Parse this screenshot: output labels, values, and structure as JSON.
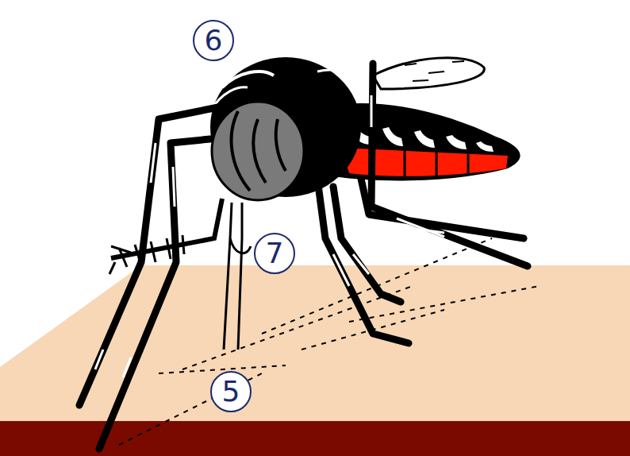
{
  "diagram": {
    "labels": [
      "6",
      "7",
      "5"
    ]
  }
}
